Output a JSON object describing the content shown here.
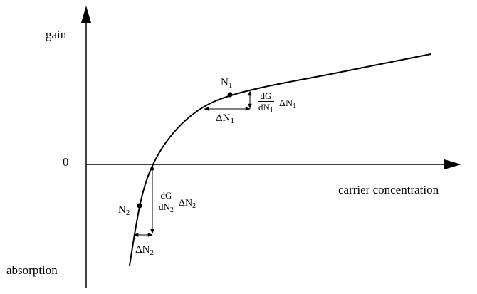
{
  "labels": {
    "y_axis_top": "gain",
    "y_axis_bottom": "absorption",
    "x_axis": "carrier concentration",
    "zero": "0"
  },
  "points": {
    "n1": {
      "base": "N",
      "sub": "1"
    },
    "n2": {
      "base": "N",
      "sub": "2"
    }
  },
  "deltas": {
    "dn1": {
      "base": "ΔN",
      "sub": "1"
    },
    "dn2": {
      "base": "ΔN",
      "sub": "2"
    }
  },
  "fractions": {
    "f1": {
      "num": "dG",
      "den_base": "dN",
      "den_sub": "1",
      "after_base": "ΔN",
      "after_sub": "1"
    },
    "f2": {
      "num": "dG",
      "den_base": "dN",
      "den_sub": "2",
      "after_base": "ΔN",
      "after_sub": "2"
    }
  }
}
